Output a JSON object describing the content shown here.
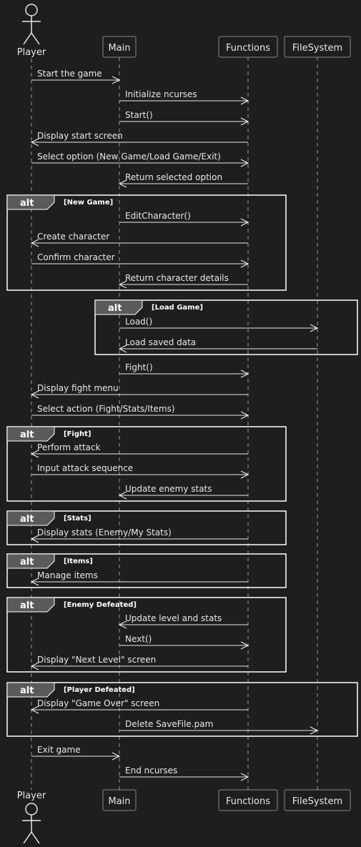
{
  "participants": [
    {
      "name": "Player",
      "kind": "actor"
    },
    {
      "name": "Main",
      "kind": "participant"
    },
    {
      "name": "Functions",
      "kind": "participant"
    },
    {
      "name": "FileSystem",
      "kind": "participant"
    }
  ],
  "colors": {
    "background": "#1e1e1e",
    "line": "#e8e8e8",
    "box_fill": "#1e1e1e",
    "box_border": "#888888",
    "lifeline": "#9a9a9a",
    "frame_tab": "#5a5a5a",
    "frame_border": "#ffffff"
  },
  "messages": [
    {
      "from": 0,
      "to": 1,
      "label": "Start the game"
    },
    {
      "from": 1,
      "to": 2,
      "label": "Initialize ncurses"
    },
    {
      "from": 1,
      "to": 2,
      "label": "Start()"
    },
    {
      "from": 2,
      "to": 0,
      "label": "Display start screen"
    },
    {
      "from": 0,
      "to": 2,
      "label": "Select option (New Game/Load Game/Exit)"
    },
    {
      "from": 2,
      "to": 1,
      "label": "Return selected option"
    },
    {
      "from": 1,
      "to": 2,
      "label": "EditCharacter()"
    },
    {
      "from": 2,
      "to": 0,
      "label": "Create character"
    },
    {
      "from": 0,
      "to": 2,
      "label": "Confirm character"
    },
    {
      "from": 2,
      "to": 1,
      "label": "Return character details"
    },
    {
      "from": 1,
      "to": 3,
      "label": "Load()"
    },
    {
      "from": 3,
      "to": 1,
      "label": "Load saved data"
    },
    {
      "from": 1,
      "to": 2,
      "label": "Fight()"
    },
    {
      "from": 2,
      "to": 0,
      "label": "Display fight menu"
    },
    {
      "from": 0,
      "to": 2,
      "label": "Select action (Fight/Stats/Items)"
    },
    {
      "from": 2,
      "to": 0,
      "label": "Perform attack"
    },
    {
      "from": 0,
      "to": 2,
      "label": "Input attack sequence"
    },
    {
      "from": 2,
      "to": 1,
      "label": "Update enemy stats"
    },
    {
      "from": 2,
      "to": 0,
      "label": "Display stats (Enemy/My Stats)"
    },
    {
      "from": 2,
      "to": 0,
      "label": "Manage items"
    },
    {
      "from": 2,
      "to": 1,
      "label": "Update level and stats"
    },
    {
      "from": 1,
      "to": 2,
      "label": "Next()"
    },
    {
      "from": 2,
      "to": 0,
      "label": "Display \"Next Level\" screen"
    },
    {
      "from": 2,
      "to": 0,
      "label": "Display \"Game Over\" screen"
    },
    {
      "from": 1,
      "to": 3,
      "label": "Delete SaveFile.pam"
    },
    {
      "from": 0,
      "to": 1,
      "label": "Exit game"
    },
    {
      "from": 1,
      "to": 2,
      "label": "End ncurses"
    }
  ],
  "frames": [
    {
      "tag": "alt",
      "condition": "[New Game]",
      "first": 6,
      "last": 9
    },
    {
      "tag": "alt",
      "condition": "[Load Game]",
      "first": 10,
      "last": 11
    },
    {
      "tag": "alt",
      "condition": "[Fight]",
      "first": 15,
      "last": 17
    },
    {
      "tag": "alt",
      "condition": "[Stats]",
      "first": 18,
      "last": 18
    },
    {
      "tag": "alt",
      "condition": "[Items]",
      "first": 19,
      "last": 19
    },
    {
      "tag": "alt",
      "condition": "[Enemy Defeated]",
      "first": 20,
      "last": 22
    },
    {
      "tag": "alt",
      "condition": "[Player Defeated]",
      "first": 23,
      "last": 24
    }
  ]
}
